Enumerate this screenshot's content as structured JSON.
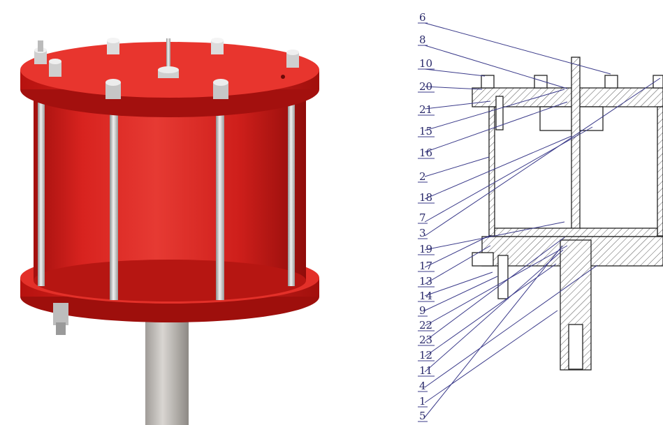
{
  "figure": {
    "left_panel": {
      "description_icon": "cylinder-3d-render"
    },
    "right_panel": {
      "callouts": [
        "6",
        "8",
        "10",
        "20",
        "21",
        "15",
        "16",
        "2",
        "18",
        "7",
        "3",
        "19",
        "17",
        "13",
        "14",
        "9",
        "22",
        "23",
        "12",
        "11",
        "4",
        "1",
        "5"
      ]
    },
    "colors": {
      "body_red": "#d8231f",
      "rod_gray": "#cfcfcf",
      "label_blue": "#2a2a6a"
    }
  }
}
